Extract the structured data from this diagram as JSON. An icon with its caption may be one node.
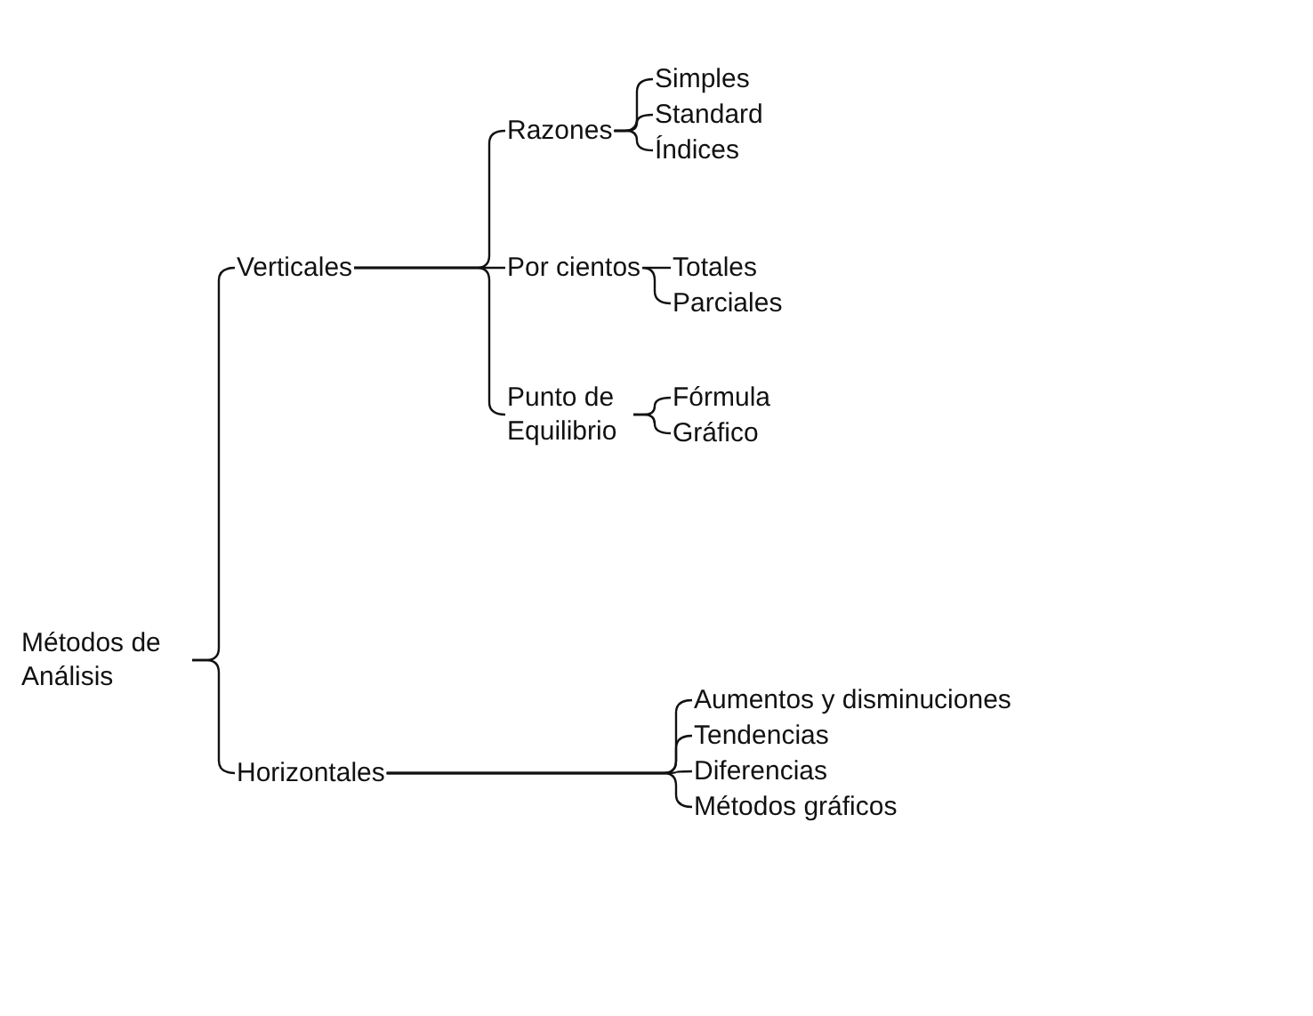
{
  "diagram": {
    "nodes": [
      {
        "text": [
          "Métodos de Análisis"
        ]
      },
      {
        "text": [
          "Verticales"
        ]
      },
      {
        "text": [
          "Razones"
        ]
      },
      {
        "text": [
          "Simples"
        ]
      },
      {
        "text": [
          "Standard"
        ]
      },
      {
        "text": [
          "Índices"
        ]
      },
      {
        "text": [
          "Por cientos"
        ]
      },
      {
        "text": [
          "Totales"
        ]
      },
      {
        "text": [
          "Parciales"
        ]
      },
      {
        "text": [
          "Punto de Equilibrio"
        ]
      },
      {
        "text": [
          "Fórmula"
        ]
      },
      {
        "text": [
          "Gráfico"
        ]
      },
      {
        "text": [
          "Horizontales"
        ]
      },
      {
        "text": [
          "Aumentos y disminuciones"
        ]
      },
      {
        "text": [
          "Tendencias"
        ]
      },
      {
        "text": [
          "Diferencias"
        ]
      },
      {
        "text": [
          "Métodos gráficos"
        ]
      }
    ],
    "edges": [
      {
        "from": 0,
        "to": 1,
        "arrow": "none"
      },
      {
        "from": 0,
        "to": 12,
        "arrow": "none"
      },
      {
        "from": 1,
        "to": 2,
        "arrow": "none"
      },
      {
        "from": 1,
        "to": 6,
        "arrow": "none"
      },
      {
        "from": 1,
        "to": 9,
        "arrow": "none"
      },
      {
        "from": 2,
        "to": 3,
        "arrow": "none"
      },
      {
        "from": 2,
        "to": 4,
        "arrow": "none"
      },
      {
        "from": 2,
        "to": 5,
        "arrow": "none"
      },
      {
        "from": 6,
        "to": 7,
        "arrow": "none"
      },
      {
        "from": 6,
        "to": 8,
        "arrow": "none"
      },
      {
        "from": 9,
        "to": 10,
        "arrow": "none"
      },
      {
        "from": 9,
        "to": 11,
        "arrow": "none"
      },
      {
        "from": 12,
        "to": 13,
        "arrow": "none"
      },
      {
        "from": 12,
        "to": 14,
        "arrow": "none"
      },
      {
        "from": 12,
        "to": 15,
        "arrow": "none"
      },
      {
        "from": 12,
        "to": 16,
        "arrow": "none"
      }
    ]
  }
}
